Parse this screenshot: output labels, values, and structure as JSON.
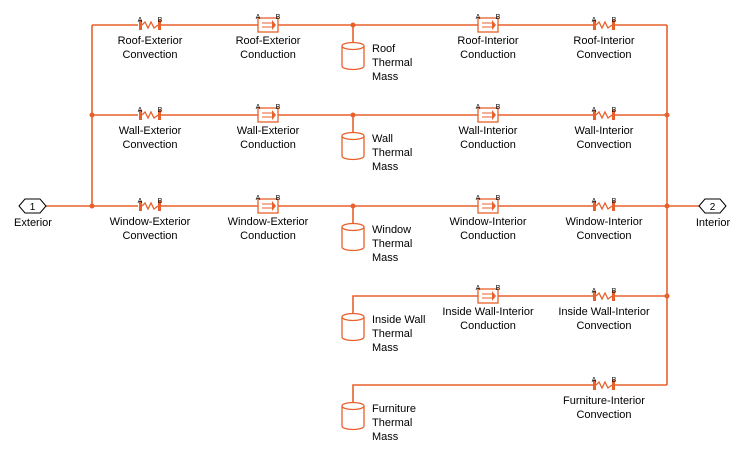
{
  "ports": {
    "exterior": {
      "number": "1",
      "label": "Exterior"
    },
    "interior": {
      "number": "2",
      "label": "Interior"
    }
  },
  "rows": {
    "roof": {
      "ext_conv": [
        "Roof-Exterior",
        "Convection"
      ],
      "ext_cond": [
        "Roof-Exterior",
        "Conduction"
      ],
      "mass": [
        "Roof",
        "Thermal",
        "Mass"
      ],
      "int_cond": [
        "Roof-Interior",
        "Conduction"
      ],
      "int_conv": [
        "Roof-Interior",
        "Convection"
      ]
    },
    "wall": {
      "ext_conv": [
        "Wall-Exterior",
        "Convection"
      ],
      "ext_cond": [
        "Wall-Exterior",
        "Conduction"
      ],
      "mass": [
        "Wall",
        "Thermal",
        "Mass"
      ],
      "int_cond": [
        "Wall-Interior",
        "Conduction"
      ],
      "int_conv": [
        "Wall-Interior",
        "Convection"
      ]
    },
    "window": {
      "ext_conv": [
        "Window-Exterior",
        "Convection"
      ],
      "ext_cond": [
        "Window-Exterior",
        "Conduction"
      ],
      "mass": [
        "Window",
        "Thermal",
        "Mass"
      ],
      "int_cond": [
        "Window-Interior",
        "Conduction"
      ],
      "int_conv": [
        "Window-Interior",
        "Convection"
      ]
    },
    "inside_wall": {
      "mass": [
        "Inside Wall",
        "Thermal",
        "Mass"
      ],
      "int_cond": [
        "Inside Wall-Interior",
        "Conduction"
      ],
      "int_conv": [
        "Inside Wall-Interior",
        "Convection"
      ]
    },
    "furniture": {
      "mass": [
        "Furniture",
        "Thermal",
        "Mass"
      ],
      "int_conv": [
        "Furniture-Interior",
        "Convection"
      ]
    }
  },
  "port_letters": {
    "a": "A",
    "b": "B"
  },
  "colors": {
    "wire": "#e8612c",
    "text": "#000000"
  }
}
